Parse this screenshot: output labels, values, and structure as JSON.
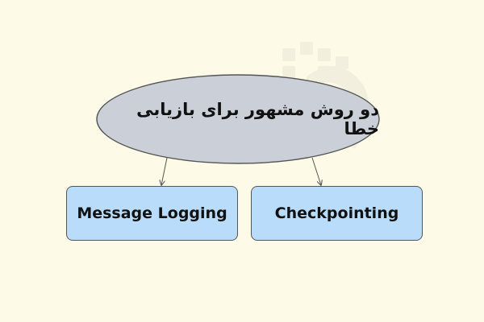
{
  "diagram": {
    "root": {
      "text": "دو روش مشهور برای بازیابی خطا"
    },
    "children": [
      {
        "text": "Message Logging"
      },
      {
        "text": "Checkpointing"
      }
    ]
  },
  "colors": {
    "background": "#fdfae8",
    "root_fill": "#cbcfd8",
    "box_fill": "#b9dcfb",
    "stroke": "#555555"
  }
}
